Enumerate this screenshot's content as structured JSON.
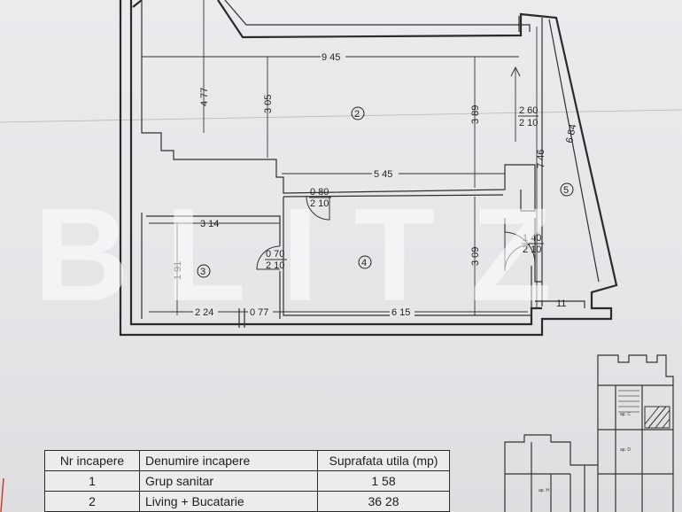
{
  "plan": {
    "dimensions": {
      "top_width": "9 45",
      "left_height": "4 77",
      "inner_height": "3 05",
      "right_height": "3 89",
      "diagonal_wall": "6 84",
      "right_strip": "7 46",
      "corridor_width": "5 45",
      "bath_width": "3 14",
      "bath_height": "1 91",
      "bottom_left": "2 24",
      "bottom_mid": "0 77",
      "bottom_right": "6 15",
      "living_height": "3 09",
      "balcony_end": "11"
    },
    "openings": [
      {
        "size": "2 60",
        "height": "2 10"
      },
      {
        "size": "0 80",
        "height": "2 10"
      },
      {
        "size": "0 70",
        "height": "2 10"
      },
      {
        "size": "1 40",
        "height": "2 10"
      }
    ],
    "rooms": [
      "2",
      "3",
      "4",
      "5"
    ]
  },
  "watermark": "BLITZ",
  "table": {
    "headers": [
      "Nr  incapere",
      "Denumire incapere",
      "Suprafata utila (mp)"
    ],
    "rows": [
      [
        "1",
        "Grup sanitar",
        "1 58"
      ],
      [
        "2",
        "Living + Bucatarie",
        "36 28"
      ]
    ]
  },
  "keyplan": {
    "labels": [
      "ap. C",
      "ap. D",
      "ap. H"
    ]
  }
}
